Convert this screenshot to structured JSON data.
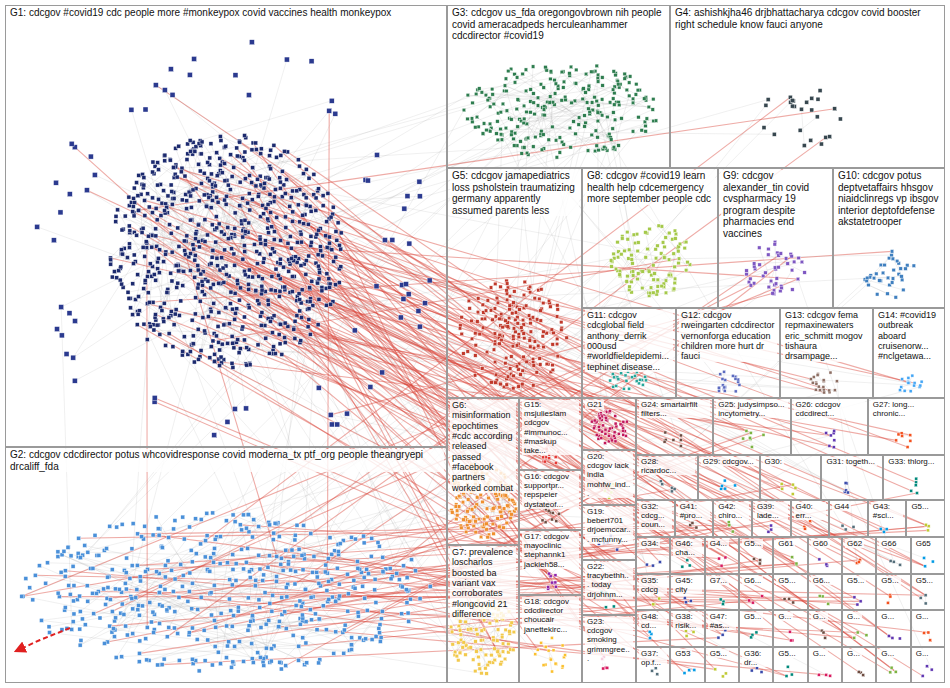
{
  "diagram": {
    "nodes": [
      {
        "text": [
          "G1: cdcgov #covid19 cdc people more #monkeypox covid vaccines health monkeypox"
        ]
      },
      {
        "text": [
          "G3: cdcgov us_fda oregongovbrown nih people covid ameracadpeds herculeanhammer cdcdirector #covid19"
        ]
      },
      {
        "text": [
          "G4: ashishkjha46 drjbhattacharya cdcgov covid booster right schedule know fauci anyone"
        ]
      },
      {
        "text": [
          "G5: cdcgov jamapediatrics loss psholstein traumatizing germany apparently assumed parents less"
        ]
      },
      {
        "text": [
          "G8: cdcgov #covid19 learn health help cdcemergency more september people cdc"
        ]
      },
      {
        "text": [
          "G9: cdcgov alexander_tin covid cvspharmacy 19 program despite pharmacies end vaccines"
        ]
      },
      {
        "text": [
          "G10: cdcgov potus deptvetaffairs hhsgov niaidclinregs vp ibsgov interior deptofdefense akstatetrooper"
        ]
      },
      {
        "text": [
          "G11: cdcgov cdcglobal field anthony_derrik 000usd #worldfieldepidemi... tephinet disease..."
        ]
      },
      {
        "text": [
          "G12: cdcgov rweingarten cdcdirector vernonforga education children more hurt dr fauci"
        ]
      },
      {
        "text": [
          "G13: cdcgov fema repmaxinewaters eric_schmitt mogov tishaura drsampage..."
        ]
      },
      {
        "text": [
          "G14: #covid19 outbreak aboard cruisenorw... #nclgetawa..."
        ]
      },
      {
        "text": [
          "G2: cdcgov cdcdirector potus whcovidresponse covid moderna_tx ptf_org people theangryepi drcaliff_fda"
        ]
      },
      {
        "text": [
          "G6: misinformation epochtimes #cdc according released passed #facebook partners worked combat"
        ]
      },
      {
        "text": [
          "G7: prevalence loscharlos boosted ba variant vax corroborates #longcovid 21 difference"
        ]
      },
      {
        "text": [
          "G15: msjuliesIam cdcgov #immunoc... #maskup take..."
        ]
      },
      {
        "text": [
          "G16: cdcgov supportpr... repspeier dystateof..."
        ]
      },
      {
        "text": [
          "G17: cdcgov mayoclinic stephannk1 jackieh58..."
        ]
      },
      {
        "text": [
          "G18: cdcgov cdcdirector choucair janettekirc..."
        ]
      },
      {
        "text": [
          "G21"
        ]
      },
      {
        "text": [
          "G20: cdcgov lack india mohfw_ind..."
        ]
      },
      {
        "text": [
          "G19: bebert701 drjoemccar... mcfunny..."
        ]
      },
      {
        "text": [
          "G22: tracybethh... today drjohnm..."
        ]
      },
      {
        "text": [
          "G23: cdcgov smoking grimmgree..."
        ]
      },
      {
        "text": [
          "G24: smartairfilt filters..."
        ]
      },
      {
        "text": [
          "G25: judysimpso... incytometry..."
        ]
      },
      {
        "text": [
          "G26: cdcgov cdcdirect..."
        ]
      },
      {
        "text": [
          "G27: long... chronic..."
        ]
      },
      {
        "text": [
          "G28: ricardoc..."
        ]
      },
      {
        "text": [
          "G29: cdcgov..."
        ]
      },
      {
        "text": [
          "G30:"
        ]
      },
      {
        "text": [
          "G31: togeth..."
        ]
      },
      {
        "text": [
          "G33: thlorg..."
        ]
      },
      {
        "text": [
          "G32: cdcg... coun..."
        ]
      },
      {
        "text": [
          "G41: #pro..."
        ]
      },
      {
        "text": [
          "G42: chiro..."
        ]
      },
      {
        "text": [
          "G39: lade..."
        ]
      },
      {
        "text": [
          "G40: err..."
        ]
      },
      {
        "text": [
          "G44"
        ]
      },
      {
        "text": [
          "G43: #sci..."
        ]
      },
      {
        "text": [
          "G5..."
        ]
      },
      {
        "text": [
          "G34:"
        ]
      },
      {
        "text": [
          "G46: cha..."
        ]
      },
      {
        "text": [
          "G4..."
        ]
      },
      {
        "text": [
          "G5..."
        ]
      },
      {
        "text": [
          "G61"
        ]
      },
      {
        "text": [
          "G60"
        ]
      },
      {
        "text": [
          "G62"
        ]
      },
      {
        "text": [
          "G66"
        ]
      },
      {
        "text": [
          "G65"
        ]
      },
      {
        "text": [
          "G35: cdcg"
        ]
      },
      {
        "text": [
          "G45: city"
        ]
      },
      {
        "text": [
          "G7..."
        ]
      },
      {
        "text": [
          "G6..."
        ]
      },
      {
        "text": [
          "G5..."
        ]
      },
      {
        "text": [
          "G6..."
        ]
      },
      {
        "text": [
          "G5..."
        ]
      },
      {
        "text": [
          "G5..."
        ]
      },
      {
        "text": [
          "G5..."
        ]
      },
      {
        "text": [
          "G48: cd..."
        ]
      },
      {
        "text": [
          "G38: risik..."
        ]
      },
      {
        "text": [
          "G47: #as..."
        ]
      },
      {
        "text": [
          "G5..."
        ]
      },
      {
        "text": [
          "G..."
        ]
      },
      {
        "text": [
          "G..."
        ]
      },
      {
        "text": [
          "G..."
        ]
      },
      {
        "text": [
          "G..."
        ]
      },
      {
        "text": [
          "G..."
        ]
      },
      {
        "text": [
          "G37: op.f..."
        ]
      },
      {
        "text": [
          "G53"
        ]
      },
      {
        "text": [
          "G5..."
        ]
      },
      {
        "text": [
          "G36: dr..."
        ]
      },
      {
        "text": [
          "G5..."
        ]
      },
      {
        "text": [
          "G..."
        ]
      },
      {
        "text": [
          "G..."
        ]
      },
      {
        "text": [
          "G..."
        ]
      },
      {
        "text": [
          "G..."
        ]
      }
    ]
  }
}
